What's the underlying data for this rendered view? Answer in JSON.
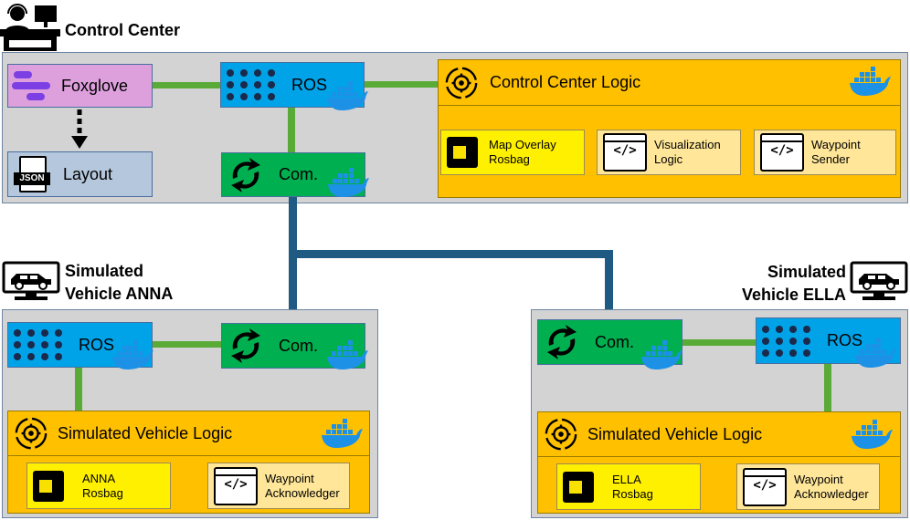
{
  "control_center": {
    "title": "Control Center",
    "foxglove": "Foxglove",
    "layout": "Layout",
    "json_icon_text": "JSON",
    "ros": "ROS",
    "com": "Com.",
    "logic_title": "Control Center Logic",
    "cards": [
      {
        "line1": "Map Overlay",
        "line2": "Rosbag",
        "icon": "video-icon"
      },
      {
        "line1": "Visualization",
        "line2": "Logic",
        "icon": "code-window-icon"
      },
      {
        "line1": "Waypoint",
        "line2": "Sender",
        "icon": "code-window-icon"
      }
    ]
  },
  "anna": {
    "title_line1": "Simulated",
    "title_line2": "Vehicle ANNA",
    "ros": "ROS",
    "com": "Com.",
    "logic_title": "Simulated Vehicle Logic",
    "cards": [
      {
        "line1": "ANNA",
        "line2": "Rosbag",
        "icon": "video-icon"
      },
      {
        "line1": "Waypoint",
        "line2": "Acknowledger",
        "icon": "code-window-icon"
      }
    ]
  },
  "ella": {
    "title_line1": "Simulated",
    "title_line2": "Vehicle ELLA",
    "ros": "ROS",
    "com": "Com.",
    "logic_title": "Simulated Vehicle Logic",
    "cards": [
      {
        "line1": "ELLA",
        "line2": "Rosbag",
        "icon": "video-icon"
      },
      {
        "line1": "Waypoint",
        "line2": "Acknowledger",
        "icon": "code-window-icon"
      }
    ]
  },
  "code_symbol": "</>",
  "colors": {
    "region": "#d3d3d3",
    "foxglove": "#dda0dd",
    "layout": "#b4c7dc",
    "ros": "#00a2e8",
    "com": "#00b050",
    "logic": "#ffc000",
    "rosbag_card": "#fff000",
    "code_card": "#ffe699",
    "link": "#5aaa37",
    "bus": "#1f5a82",
    "docker": "#1d91e6"
  }
}
